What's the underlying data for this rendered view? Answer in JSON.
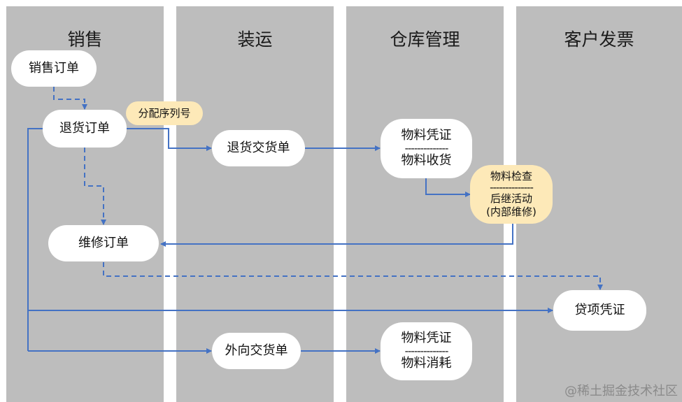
{
  "lanes": [
    "销售",
    "装运",
    "仓库管理",
    "客户发票"
  ],
  "nodes": {
    "sales_order": "销售订单",
    "return_order": "退货订单",
    "assign_serial": "分配序列号",
    "return_delivery": "退货交货单",
    "doc_top_1": "物料凭证",
    "doc_top_2": "物料收货",
    "inspect_1": "物料检查",
    "inspect_2": "后继活动",
    "inspect_3": "(内部维修)",
    "repair_order": "维修订单",
    "billing_doc": "贷项凭证",
    "outbound_delivery": "外向交货单",
    "doc_bottom_1": "物料凭证",
    "doc_bottom_2": "物料消耗"
  },
  "separator": "--------------",
  "watermark": "@稀土掘金技术社区",
  "colors": {
    "lane": "#bdbdbd",
    "arrow": "#4472c4",
    "highlight": "#fde9b8"
  }
}
